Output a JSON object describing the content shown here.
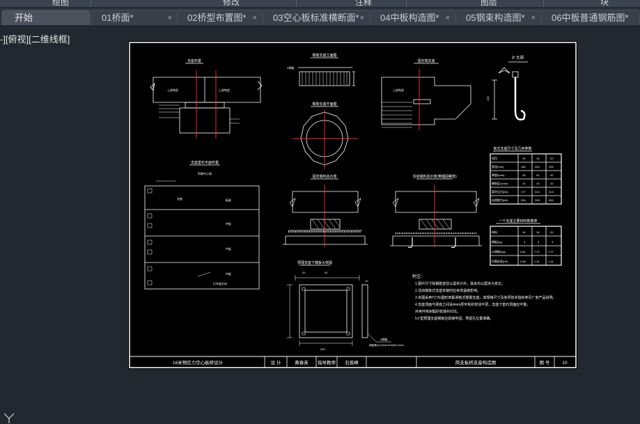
{
  "ribbon_panels": [
    "绘图",
    "修改",
    "注释",
    "图层",
    "块"
  ],
  "tabs": [
    {
      "label": "开始",
      "active": true
    },
    {
      "label": "01桥面*"
    },
    {
      "label": "02桥型布置图*"
    },
    {
      "label": "03空心板标准横断面*"
    },
    {
      "label": "04中板构造图*"
    },
    {
      "label": "05钢束构造图*"
    },
    {
      "label": "06中板普通钢筋图*"
    }
  ],
  "tab_close_glyph": "×",
  "viewport_label": "-][俯视][二维线框]",
  "drawing": {
    "titles": {
      "support_layout": "支座布置",
      "support_elev": "橡胶支座立面图",
      "support_plan": "橡胶支座平面图",
      "fixed_detail": "固定端支座",
      "p_hook": "P 大样",
      "pier_plan": "支座垫石平面布置",
      "fixed_section": "固定端构造示意",
      "slide_section": "活动端构造示意(带锚固螺栓)",
      "embed_plate": "预埋支座下钢板大样图",
      "table1": "板式支座尺寸及几何参数",
      "table2": "一个支座主要材料数量表",
      "notes_title": "附注："
    },
    "small_labels": {
      "upper_beam": "上部构造",
      "p_dim": "100",
      "plate_note": "A钢板",
      "plate_dim": "钢板厚(h)=16mm,Φ16@11.2mm",
      "dim_left": "20",
      "dim_mid": "20",
      "dim_right": "10",
      "dim_bottom": "200",
      "pier_row_1": "支座",
      "pier_row_2": "板梁",
      "pier_row_3": "中板",
      "pier_row_4": "中板",
      "pier_row_5": "中板",
      "pier_row_6": "行车道方向",
      "pier_top": "桥墩中心线"
    },
    "table1": {
      "rows": [
        [
          "项目",
          "16",
          "16",
          "20"
        ],
        [
          "直径(mm)",
          "150",
          "200",
          "200"
        ],
        [
          "厚度t(mm)",
          "28",
          "42",
          "42"
        ],
        [
          "橡胶层 t(mm)",
          "10",
          "10",
          "10"
        ],
        [
          "容许压力(kN)",
          "177",
          "314",
          "314"
        ],
        [
          "抗滑移力(kN)",
          "290",
          "290",
          "500"
        ]
      ]
    },
    "table2": {
      "rows": [
        [
          "材料",
          "16",
          "16",
          "20"
        ],
        [
          "钢板(kg)",
          "4",
          "4",
          "4"
        ],
        [
          "A3钢板(kg)",
          "4.81",
          "7.07",
          "7.07"
        ],
        [
          "环氧砂浆(m³)",
          "0.65",
          "1.41",
          "1.41"
        ]
      ]
    },
    "notes": [
      "1.图中尺寸除钢筋直径以毫米计外，其余均以厘米为单位。",
      "2.活动端板式支座安装时应考虑温度影响。",
      "3.本图采用TCYE圆形四氟滑板式橡胶支座，其规格尺寸及各项技术指标参见厂家产品说明。",
      "4.支座顶面与梁底之间设4mm厚环氧砂浆找平层，支座下垫石顶面应平整，",
      "  并用环氧树脂砂浆填补凹坑。",
      "5.F型预埋支座钢板应焊接牢固，预留孔位置准确。"
    ],
    "titleblock": {
      "project": "16米预应力空心板桥设计",
      "design_label": "设 计",
      "designer": "黄春英",
      "review_label": "指导教师",
      "reviewer": "石俊峰",
      "drawing_name": "简支板桥支座构造图",
      "number_label": "图 号",
      "number": "10"
    }
  }
}
